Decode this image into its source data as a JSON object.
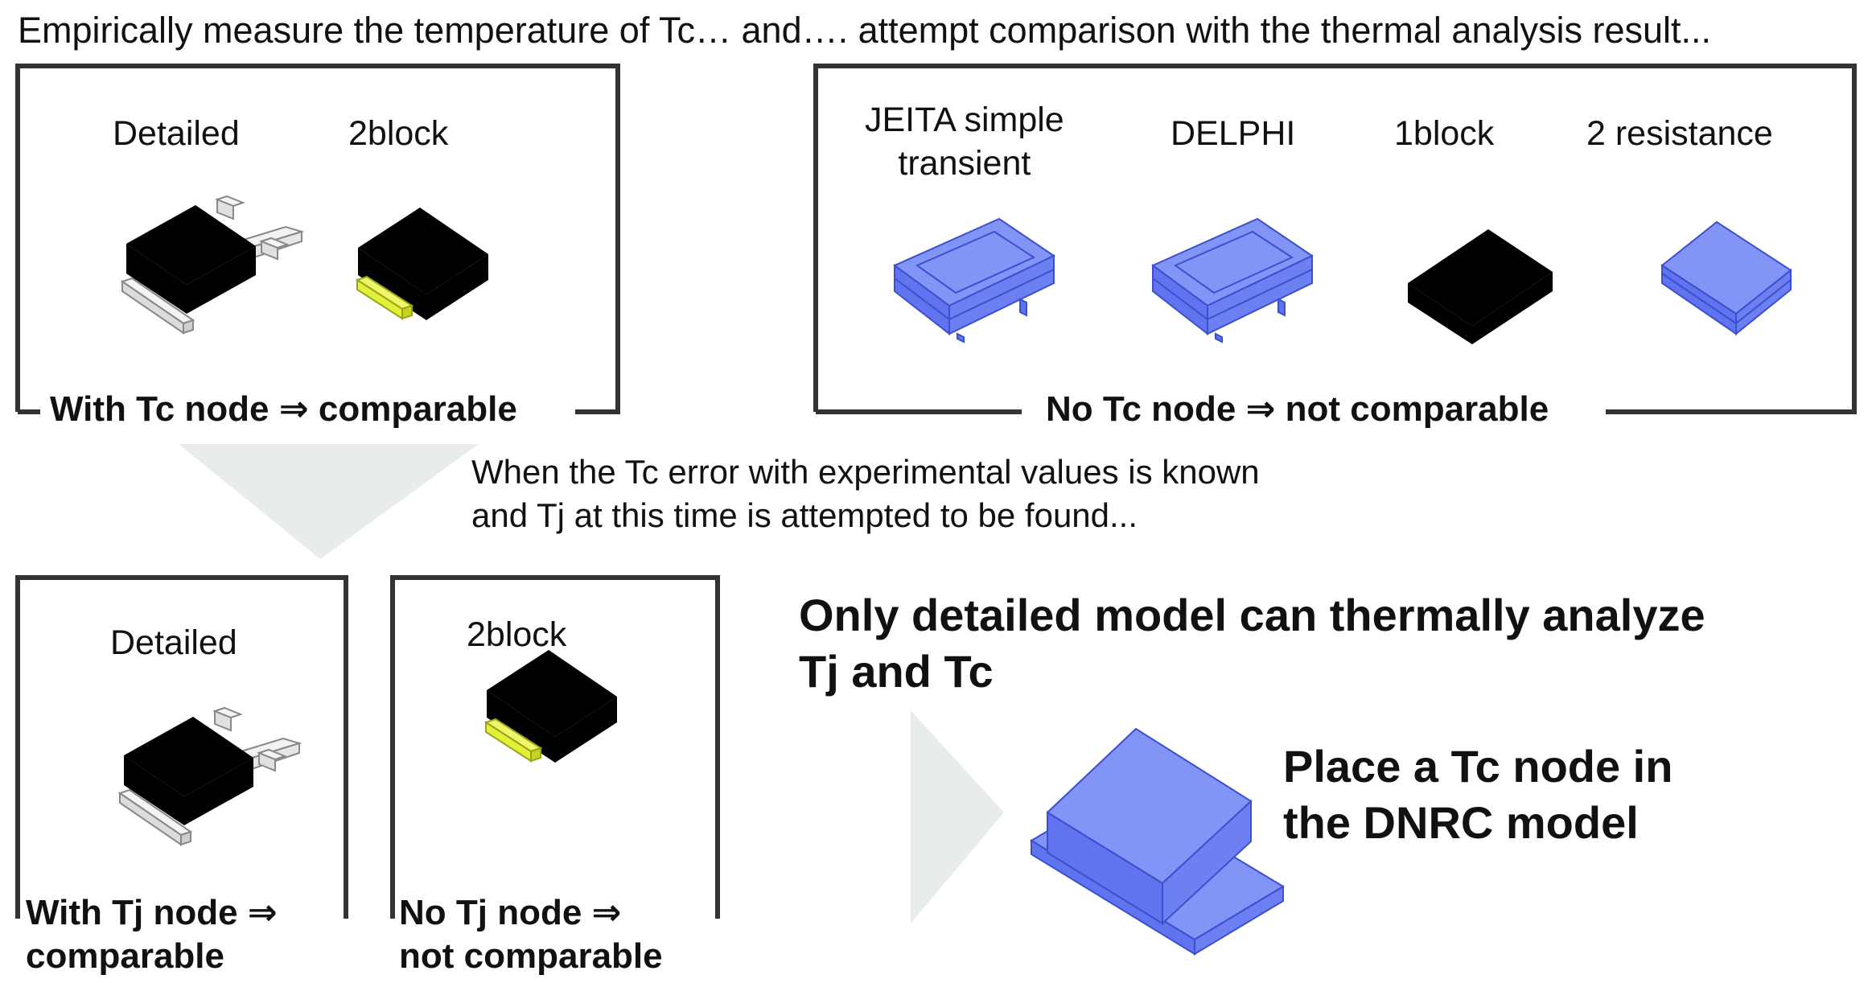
{
  "intro": "Empirically measure the temperature of Tc… and…. attempt comparison with the thermal analysis result...",
  "panel_top_left": {
    "labels": [
      "Detailed",
      "2block"
    ],
    "caption": "With Tc node ⇒ comparable"
  },
  "panel_top_right": {
    "labels": [
      "JEITA simple",
      "transient",
      "DELPHI",
      "1block",
      "2 resistance"
    ],
    "caption": "No Tc node ⇒ not comparable"
  },
  "note": {
    "line1": "When the Tc error with experimental values is known",
    "line2": "and Tj at this time is attempted to be found..."
  },
  "panel_bottom_left": {
    "label": "Detailed",
    "caption_line1": "With Tj node ⇒",
    "caption_line2": "comparable"
  },
  "panel_bottom_mid": {
    "label": "2block",
    "caption_line1": "No Tj node ⇒",
    "caption_line2": "not comparable"
  },
  "conclusion": {
    "line1": "Only detailed model can thermally analyze",
    "line2": "Tj and Tc"
  },
  "proposal": {
    "line1": "Place a Tc node in",
    "line2": "the DNRC model"
  },
  "colors": {
    "frame": "#333333",
    "arrow": "#e8ecea",
    "blue_top": "#8294f5",
    "blue_left": "#5f74ee",
    "blue_right": "#6c80f1",
    "yellow": "#e2f03a",
    "black": "#000000"
  }
}
